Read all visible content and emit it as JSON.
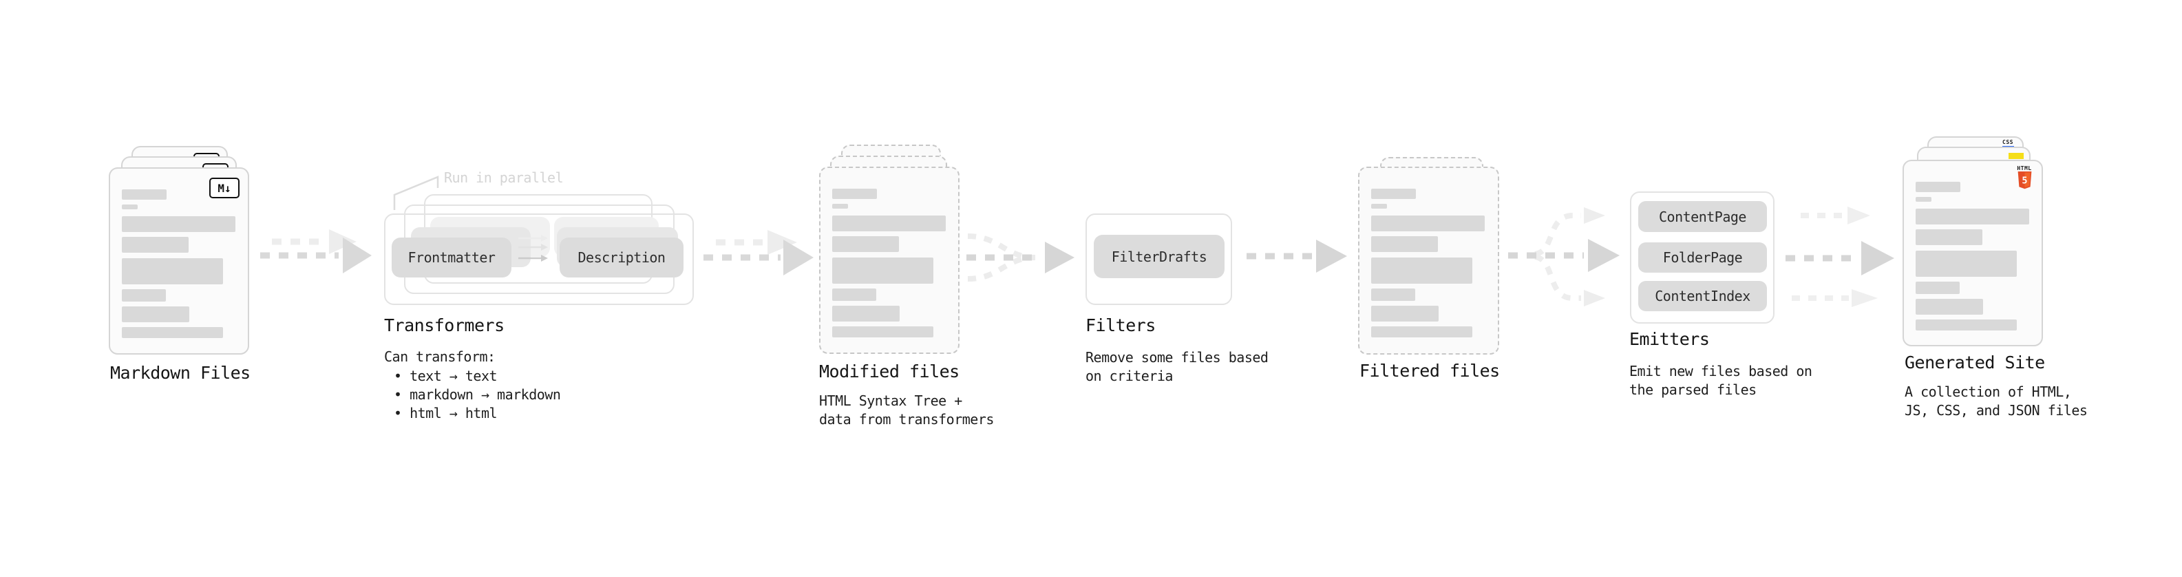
{
  "diagram": {
    "markdown_files": {
      "label": "Markdown Files"
    },
    "transformers": {
      "label": "Transformers",
      "parallel_note": "Run in parallel",
      "frontmatter_button": "Frontmatter",
      "description_button": "Description",
      "caption_title": "Can transform:",
      "bullets": [
        "• text → text",
        "• markdown → markdown",
        "• html → html"
      ]
    },
    "modified_files": {
      "label": "Modified files",
      "caption": [
        "HTML Syntax Tree +",
        "data from transformers"
      ]
    },
    "filters": {
      "label": "Filters",
      "filter_drafts_button": "FilterDrafts",
      "caption": [
        "Remove some files based",
        "on criteria"
      ]
    },
    "filtered_files": {
      "label": "Filtered files"
    },
    "emitters": {
      "label": "Emitters",
      "buttons": [
        "ContentPage",
        "FolderPage",
        "ContentIndex"
      ],
      "caption": [
        "Emit new files based on",
        "the parsed files"
      ]
    },
    "generated_site": {
      "label": "Generated Site",
      "caption": [
        "A collection of HTML,",
        "JS, CSS, and JSON files"
      ]
    }
  },
  "icons": {
    "markdown_badge": "M↓",
    "html5_label": "HTML",
    "html5_digit": "5",
    "css_label": "CSS"
  },
  "colors": {
    "html5_orange": "#e44d26",
    "html5_orange_light": "#f16529",
    "js_yellow": "#f5de19",
    "css_blue": "#2965f1",
    "arrow_gray": "#d9d9d9",
    "arrow_light": "#ededed",
    "bar_gray": "#d9d9d9"
  }
}
